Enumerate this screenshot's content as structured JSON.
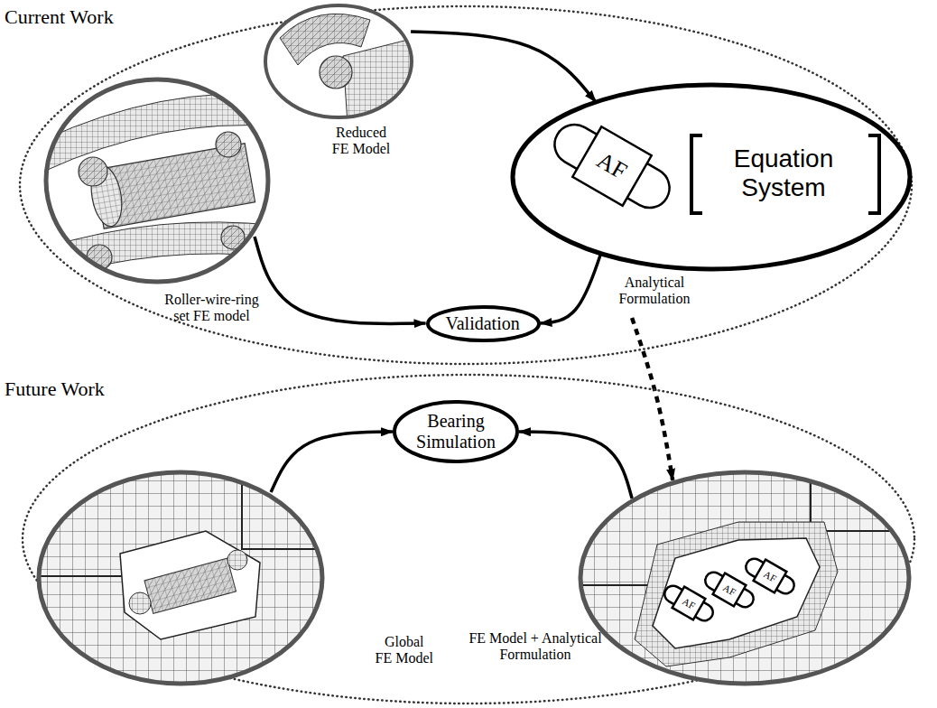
{
  "diagram": {
    "nodes": [
      {
        "text": [
          "Current Work"
        ]
      },
      {
        "text": [
          "Reduced FE Model"
        ],
        "in": 0
      },
      {
        "text": [
          "Roller-wire-ring set FE model"
        ],
        "in": 0
      },
      {
        "text": [
          "Validation"
        ],
        "in": 0
      },
      {
        "text": [
          "AF",
          "Equation System",
          "Analytical Formulation"
        ],
        "in": 0
      },
      {
        "text": [
          "Future Work"
        ]
      },
      {
        "text": [
          "Bearing Simulation"
        ],
        "in": 5
      },
      {
        "text": [
          "Global FE Model"
        ],
        "in": 5
      },
      {
        "text": [
          "FE Model + Analytical Formulation"
        ],
        "in": 5
      }
    ],
    "edges": [
      {
        "from": 1,
        "to": 4,
        "arrow": "to"
      },
      {
        "from": 2,
        "to": 3,
        "arrow": "to"
      },
      {
        "from": 4,
        "to": 3,
        "arrow": "to"
      },
      {
        "from": 4,
        "to": 8,
        "arrow": "to"
      },
      {
        "from": 7,
        "to": 6,
        "arrow": "to"
      },
      {
        "from": 8,
        "to": 6,
        "arrow": "to"
      }
    ],
    "labels": [
      "AF",
      "AF",
      "AF"
    ]
  }
}
